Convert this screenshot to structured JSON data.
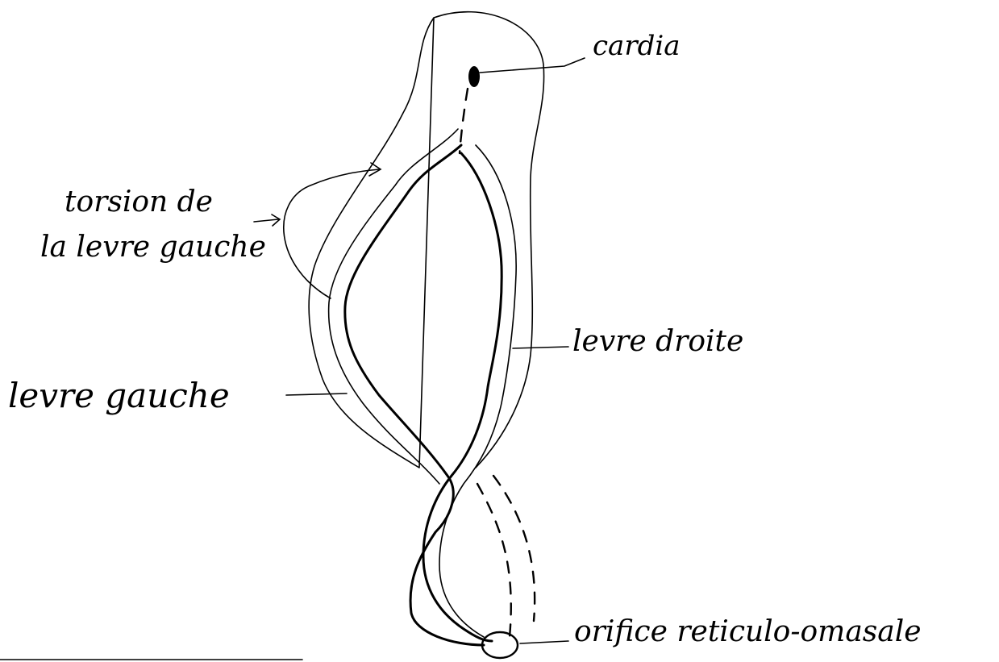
{
  "labels": {
    "cardia": "cardia",
    "torsion_line1": "torsion de",
    "torsion_line2": "la levre gauche",
    "levre_droite": "levre droite",
    "levre_gauche": "levre gauche",
    "orifice": "orifice reticulo-omasale"
  }
}
